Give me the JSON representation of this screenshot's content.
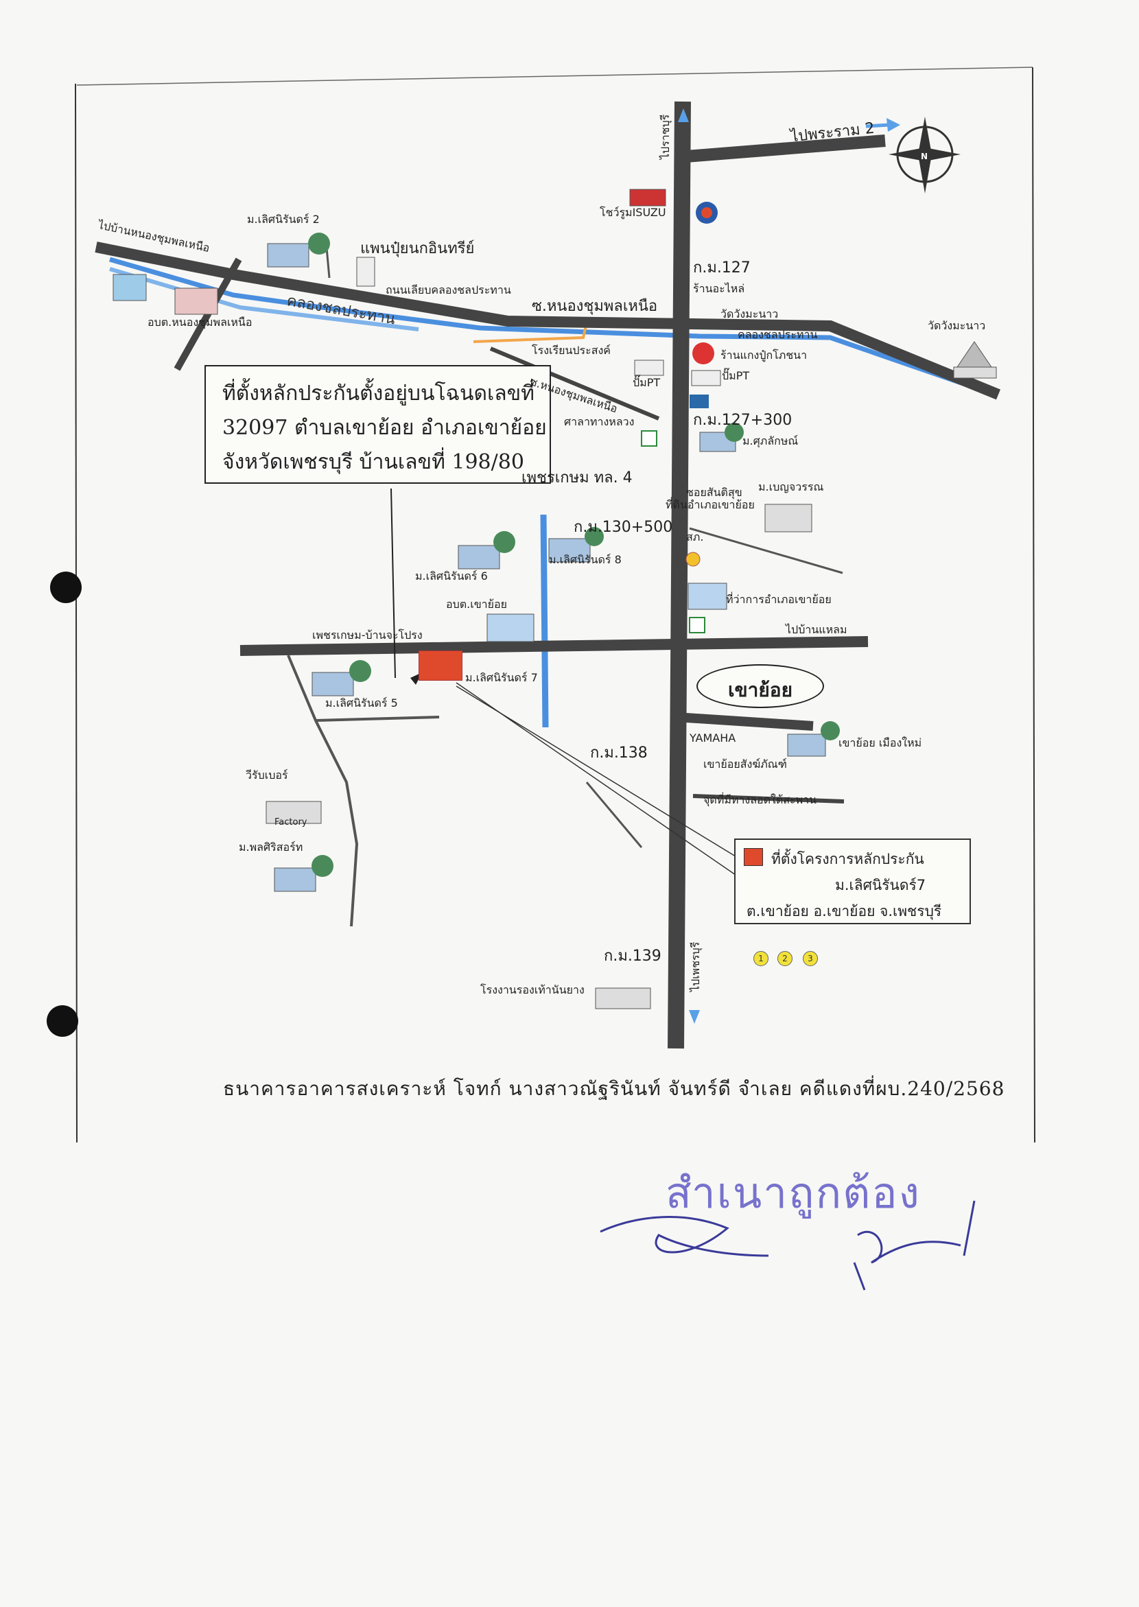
{
  "callout": {
    "line1": "ที่ตั้งหลักประกันตั้งอยู่บนโฉนดเลขที่",
    "line2": "32097 ตำบลเขาย้อย อำเภอเขาย้อย",
    "line3": "จังหวัดเพชรบุรี บ้านเลขที่ 198/80"
  },
  "legend": {
    "line1": "ที่ตั้งโครงการหลักประกัน",
    "line2": "ม.เลิศนิรันดร์7",
    "line3": "ต.เขาย้อย อ.เขาย้อย จ.เพชรบุรี"
  },
  "place_name": "เขาย้อย",
  "footer": "ธนาคารอาคารสงเคราะห์ โจทก์ นางสาวณัฐรินันท์ จันทร์ดี จำเลย คดีแดงที่ผบ.240/2568",
  "certification": "สำเนาถูกต้อง",
  "compass": "N",
  "coins": [
    "1",
    "2",
    "3"
  ],
  "labels": {
    "to_north": "ไปราชบุรี",
    "to_south": "ไปเพชรบุรี",
    "to_phraram2": "ไปพระราม 2",
    "isuzu": "โชว์รูมISUZU",
    "km127": "ก.ม.127",
    "km127_300": "ก.ม.127+300",
    "km130_500": "ก.ม.130+500",
    "km138": "ก.ม.138",
    "km139": "ก.ม.139",
    "to_nongchum": "ไปบ้านหนองชุมพลเหนือ",
    "lertnirun2": "ม.เลิศนิรันดร์ 2",
    "lertnirun5": "ม.เลิศนิรันดร์ 5",
    "lertnirun6": "ม.เลิศนิรันดร์ 6",
    "lertnirun7": "ม.เลิศนิรันดร์ 7",
    "lertnirun8": "ม.เลิศนิรันดร์ 8",
    "pan_pun": "แพนปุ๋ยนกอินทรีย์",
    "canal_road": "ถนนเลียบคลองชลประทาน",
    "canal": "คลองชลประทาน",
    "soi_nongchum": "ซ.หนองชุมพลเหนือ",
    "spare_shop": "ร้านอะไหล่",
    "wat_wangmanao": "วัดวังมะนาว",
    "wat_wangmanao2": "วัดวังมะนาว",
    "obt_nongchum": "อบต.หนองชุมพลเหนือ",
    "school": "โรงเรียนประสงค์",
    "pump_pt": "ปั๊มPT",
    "pump_pt2": "ปั๊มPT",
    "wat_chanapuk": "ร้านแกงปู๋กโภชนา",
    "sala": "ศาลาทางหลวง",
    "supalak": "ม.ศุภลักษณ์",
    "phetkasem4": "เพชรเกษม ทล. 4",
    "land_office": "ที่ดินอำเภอเขาย้อย",
    "sonsanti": "ซอยสันติสุข",
    "benjawan": "ม.เบญจวรรณ",
    "police": "สภ.",
    "amphoe_office": "ที่ว่าการอำเภอเขาย้อย",
    "obt_khaoyoi": "อบต.เขาย้อย",
    "to_banlaem": "ไปบ้านแหลม",
    "phetkasem_banchakrong": "เพชรเกษม-บ้านจะโปรง",
    "yamaha": "YAMAHA",
    "khaoyoi_sangkhom": "เขาย้อยสังฆ์ภัณฑ์",
    "khaoyoi_new": "เขาย้อย เมืองใหม่",
    "underpass": "จุดที่มีทางลอดใต้สะพาน",
    "rubber": "วีรับเบอร์",
    "factory": "Factory",
    "ponsiri": "ม.พลศิริสอร์ท",
    "shoe_factory": "โรงงานรองเท้านันยาง",
    "soi_nongchum2": "ซ.หนองชุมพลเหนือ"
  }
}
